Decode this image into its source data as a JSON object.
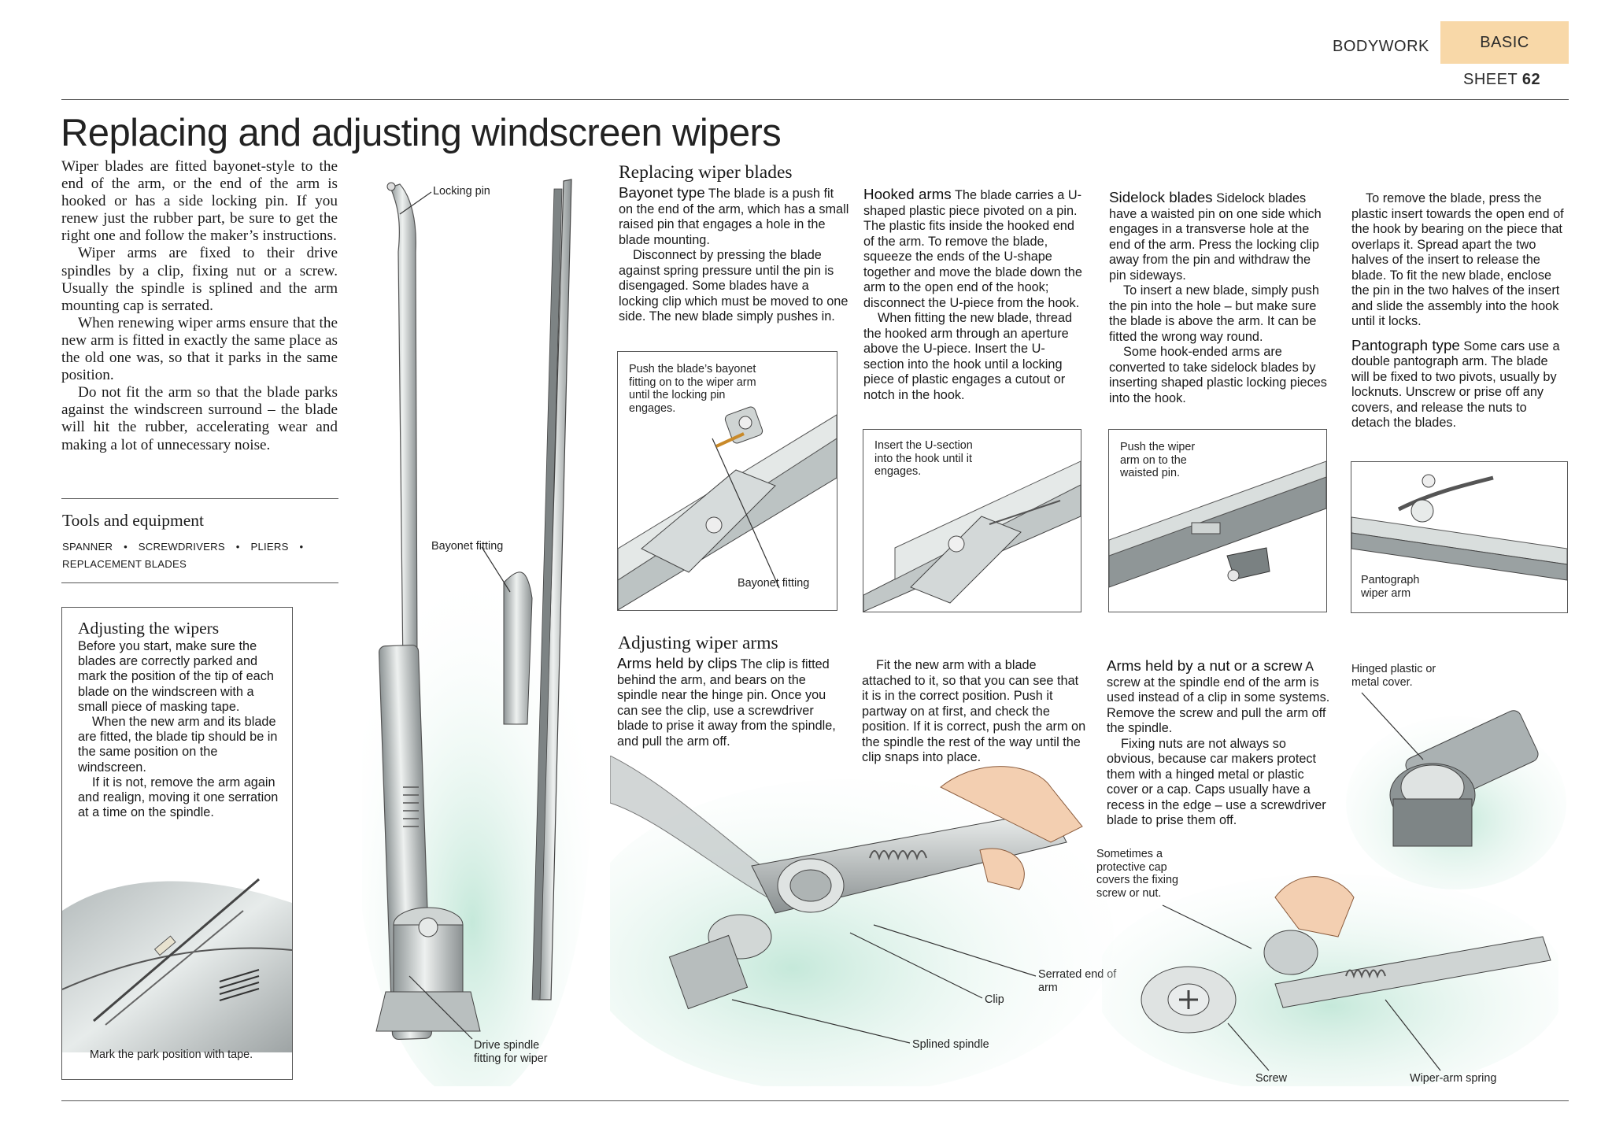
{
  "header": {
    "section": "BODYWORK",
    "level": "BASIC",
    "sheet_label": "SHEET",
    "sheet_number": "62",
    "level_color": "#f8d8a8"
  },
  "title": "Replacing and adjusting windscreen wipers",
  "intro": {
    "p1": "Wiper blades are fitted bayonet-style to the end of the arm, or the end of the arm is hooked or has a side locking pin. If you renew just the rubber part, be sure to get the right one and follow the maker’s instructions.",
    "p2": "Wiper arms are fixed to their drive spindles by a clip, fixing nut or a screw. Usually the spindle is splined and the arm mounting cap is serrated.",
    "p3": "When renewing wiper arms ensure that the new arm is fitted in exactly the same place as the old one was, so that it parks in the same position.",
    "p4": "Do not fit the arm so that the blade parks against the windscreen surround – the blade will hit the rubber, accelerating wear and making a lot of unnecessary noise."
  },
  "tools": {
    "heading": "Tools and equipment",
    "items": [
      "SPANNER",
      "SCREWDRIVERS",
      "PLIERS",
      "REPLACEMENT BLADES"
    ],
    "separator": "•"
  },
  "adjusting_box": {
    "heading": "Adjusting the wipers",
    "p1": "Before you start, make sure the blades are correctly parked and mark the position of the tip of each blade on the windscreen with a small piece of masking tape.",
    "p2": "When the new arm and its blade are fitted, the blade tip should be in the same position on the windscreen.",
    "p3": "If it is not, remove the arm again and realign, moving it one serration at a time on the spindle.",
    "caption": "Mark the park position with tape."
  },
  "main_illustration": {
    "locking_pin": "Locking pin",
    "bayonet_fitting": "Bayonet fitting",
    "drive_spindle": "Drive spindle fitting for wiper"
  },
  "replacing": {
    "heading": "Replacing wiper blades",
    "bayonet": {
      "lead": "Bayonet type",
      "p1": "The blade is a push fit on the end of the arm, which has a small raised pin that engages a hole in the blade mounting.",
      "p2": "Disconnect by pressing the blade against spring pressure until the pin is disengaged. Some blades have a locking clip which must be moved to one side. The new blade simply pushes in.",
      "box_caption": "Push the blade’s bayonet fitting on to the wiper arm until the locking pin engages.",
      "box_label": "Bayonet fitting"
    },
    "hooked": {
      "lead": "Hooked arms",
      "p1": "The blade carries a U-shaped plastic piece pivoted on a pin. The plastic fits inside the hooked end of the arm. To remove the blade, squeeze the ends of the U-shape together and move the blade down the arm to the open end of the hook; disconnect the U-piece from the hook.",
      "p2": "When fitting the new blade, thread the hooked arm through an aperture above the U-piece. Insert the U-section into the hook until a locking piece of plastic engages a cutout or notch in the hook.",
      "box_caption": "Insert the U-section into the hook until it engages."
    },
    "sidelock": {
      "lead": "Sidelock blades",
      "p1": "Sidelock blades have a waisted pin on one side which engages in a transverse hole at the end of the arm. Press the locking clip away from the pin and withdraw the pin sideways.",
      "p2": "To insert a new blade, simply push the pin into the hole – but make sure the blade is above the arm. It can be fitted the wrong way round.",
      "p3": "Some hook-ended arms are converted to take sidelock blades by inserting shaped plastic locking pieces into the hook.",
      "box_caption": "Push the wiper arm on to the waisted pin."
    },
    "pantograph": {
      "p0": "To remove the blade, press the plastic insert towards the open end of the hook by bearing on the piece that overlaps it. Spread apart the two halves of the insert to release the blade. To fit the new blade, enclose the pin in the two halves of the insert and slide the assembly into the hook until it locks.",
      "lead": "Pantograph type",
      "p1": "Some cars use a double pantograph arm. The blade will be fixed to two pivots, usually by locknuts. Unscrew or prise off any covers, and release the nuts to detach the blades.",
      "box_caption": "Pantograph wiper arm"
    }
  },
  "adjusting_arms": {
    "heading": "Adjusting wiper arms",
    "clips": {
      "lead": "Arms held by clips",
      "p1": "The clip is fitted behind the arm, and bears on the spindle near the hinge pin. Once you can see the clip, use a screwdriver blade to prise it away from the spindle, and pull the arm off."
    },
    "fit": {
      "p1": "Fit the new arm with a blade attached to it, so that you can see that it is in the correct position. Push it partway on at first, and check the position. If it is correct, push the arm on the spindle the rest of the way until the clip snaps into place."
    },
    "nut": {
      "lead": "Arms held by a nut or a screw",
      "p1": "A screw at the spindle end of the arm is used instead of a clip in some systems. Remove the screw and pull the arm off the spindle.",
      "p2": "Fixing nuts are not always so obvious, because car makers protect them with a hinged metal or plastic cover or a cap. Caps usually have a recess in the edge – use a screwdriver blade to prise them off."
    },
    "labels": {
      "serrated": "Serrated end of arm",
      "clip": "Clip",
      "splined": "Splined spindle",
      "cap": "Sometimes a protective cap covers the fixing screw or nut.",
      "hinged": "Hinged plastic or metal cover.",
      "screw": "Screw",
      "spring": "Wiper-arm spring"
    }
  }
}
